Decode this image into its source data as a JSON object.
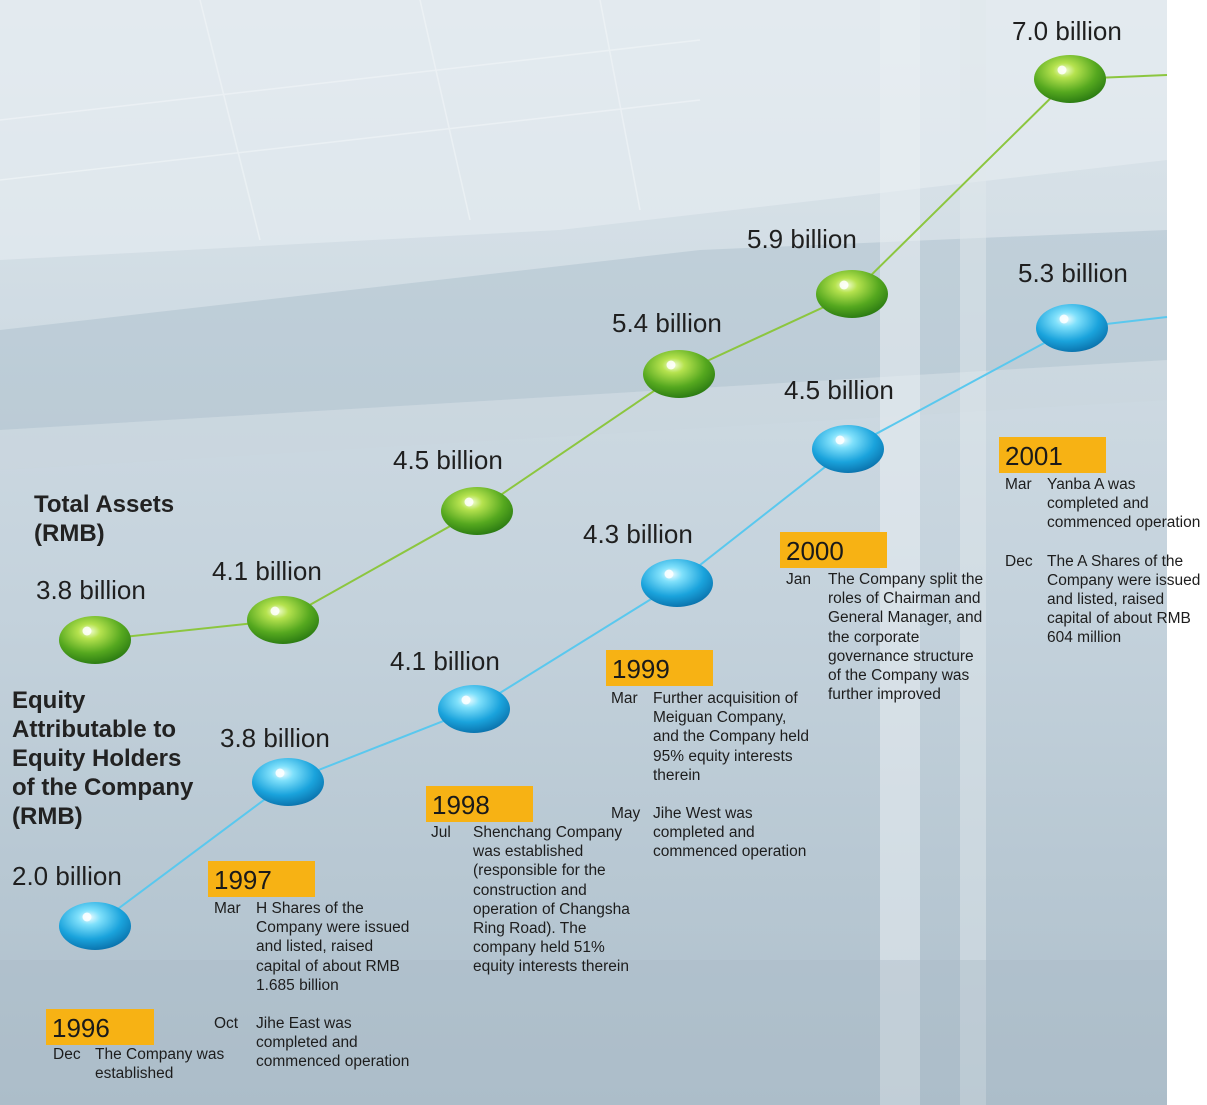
{
  "colors": {
    "assets_line": "#8cc63f",
    "equity_line": "#5ac8ee",
    "assets_dot": "#4aa11c",
    "equity_dot": "#1993cc",
    "year_badge": "#f7b214"
  },
  "chart_data": {
    "type": "line",
    "x": [
      "1996",
      "1997",
      "1998",
      "1999",
      "2000",
      "2001"
    ],
    "series": [
      {
        "name": "Total Assets (RMB)",
        "key": "assets",
        "values": [
          3.8,
          4.1,
          4.5,
          5.4,
          5.9,
          7.0
        ],
        "labels": [
          "3.8 billion",
          "4.1 billion",
          "4.5 billion",
          "5.4 billion",
          "5.9 billion",
          "7.0 billion"
        ]
      },
      {
        "name": "Equity Attributable to Equity Holders of the Company (RMB)",
        "key": "equity",
        "values": [
          2.0,
          3.8,
          4.1,
          4.3,
          4.5,
          5.3
        ],
        "labels": [
          "2.0 billion",
          "3.8 billion",
          "4.1 billion",
          "4.3 billion",
          "4.5 billion",
          "5.3 billion"
        ]
      }
    ]
  },
  "series_titles": {
    "assets": "Total Assets (RMB)",
    "equity": "Equity Attributable to Equity Holders of the Company (RMB)"
  },
  "timeline": [
    {
      "year": "1996",
      "events": [
        {
          "month": "Dec",
          "text": "The Company was established"
        }
      ]
    },
    {
      "year": "1997",
      "events": [
        {
          "month": "Mar",
          "text": "H Shares of the Company were issued and listed, raised capital of about RMB 1.685 billion"
        },
        {
          "month": "Oct",
          "text": "Jihe East was completed and commenced operation"
        }
      ]
    },
    {
      "year": "1998",
      "events": [
        {
          "month": "Jul",
          "text": "Shenchang Company was established (responsible for the construction and operation of Changsha Ring Road). The company held 51% equity interests therein"
        }
      ]
    },
    {
      "year": "1999",
      "events": [
        {
          "month": "Mar",
          "text": "Further acquisition of Meiguan Company, and the Company held 95% equity interests therein"
        },
        {
          "month": "May",
          "text": "Jihe West was completed and commenced operation"
        }
      ]
    },
    {
      "year": "2000",
      "events": [
        {
          "month": "Jan",
          "text": "The Company split the roles of Chairman and General Manager, and the corporate governance structure of the Company was further improved"
        }
      ]
    },
    {
      "year": "2001",
      "events": [
        {
          "month": "Mar",
          "text": "Yanba A was completed and commenced operation"
        },
        {
          "month": "Dec",
          "text": "The A Shares of the Company were issued and listed, raised capital of about RMB 604 million"
        }
      ]
    }
  ]
}
